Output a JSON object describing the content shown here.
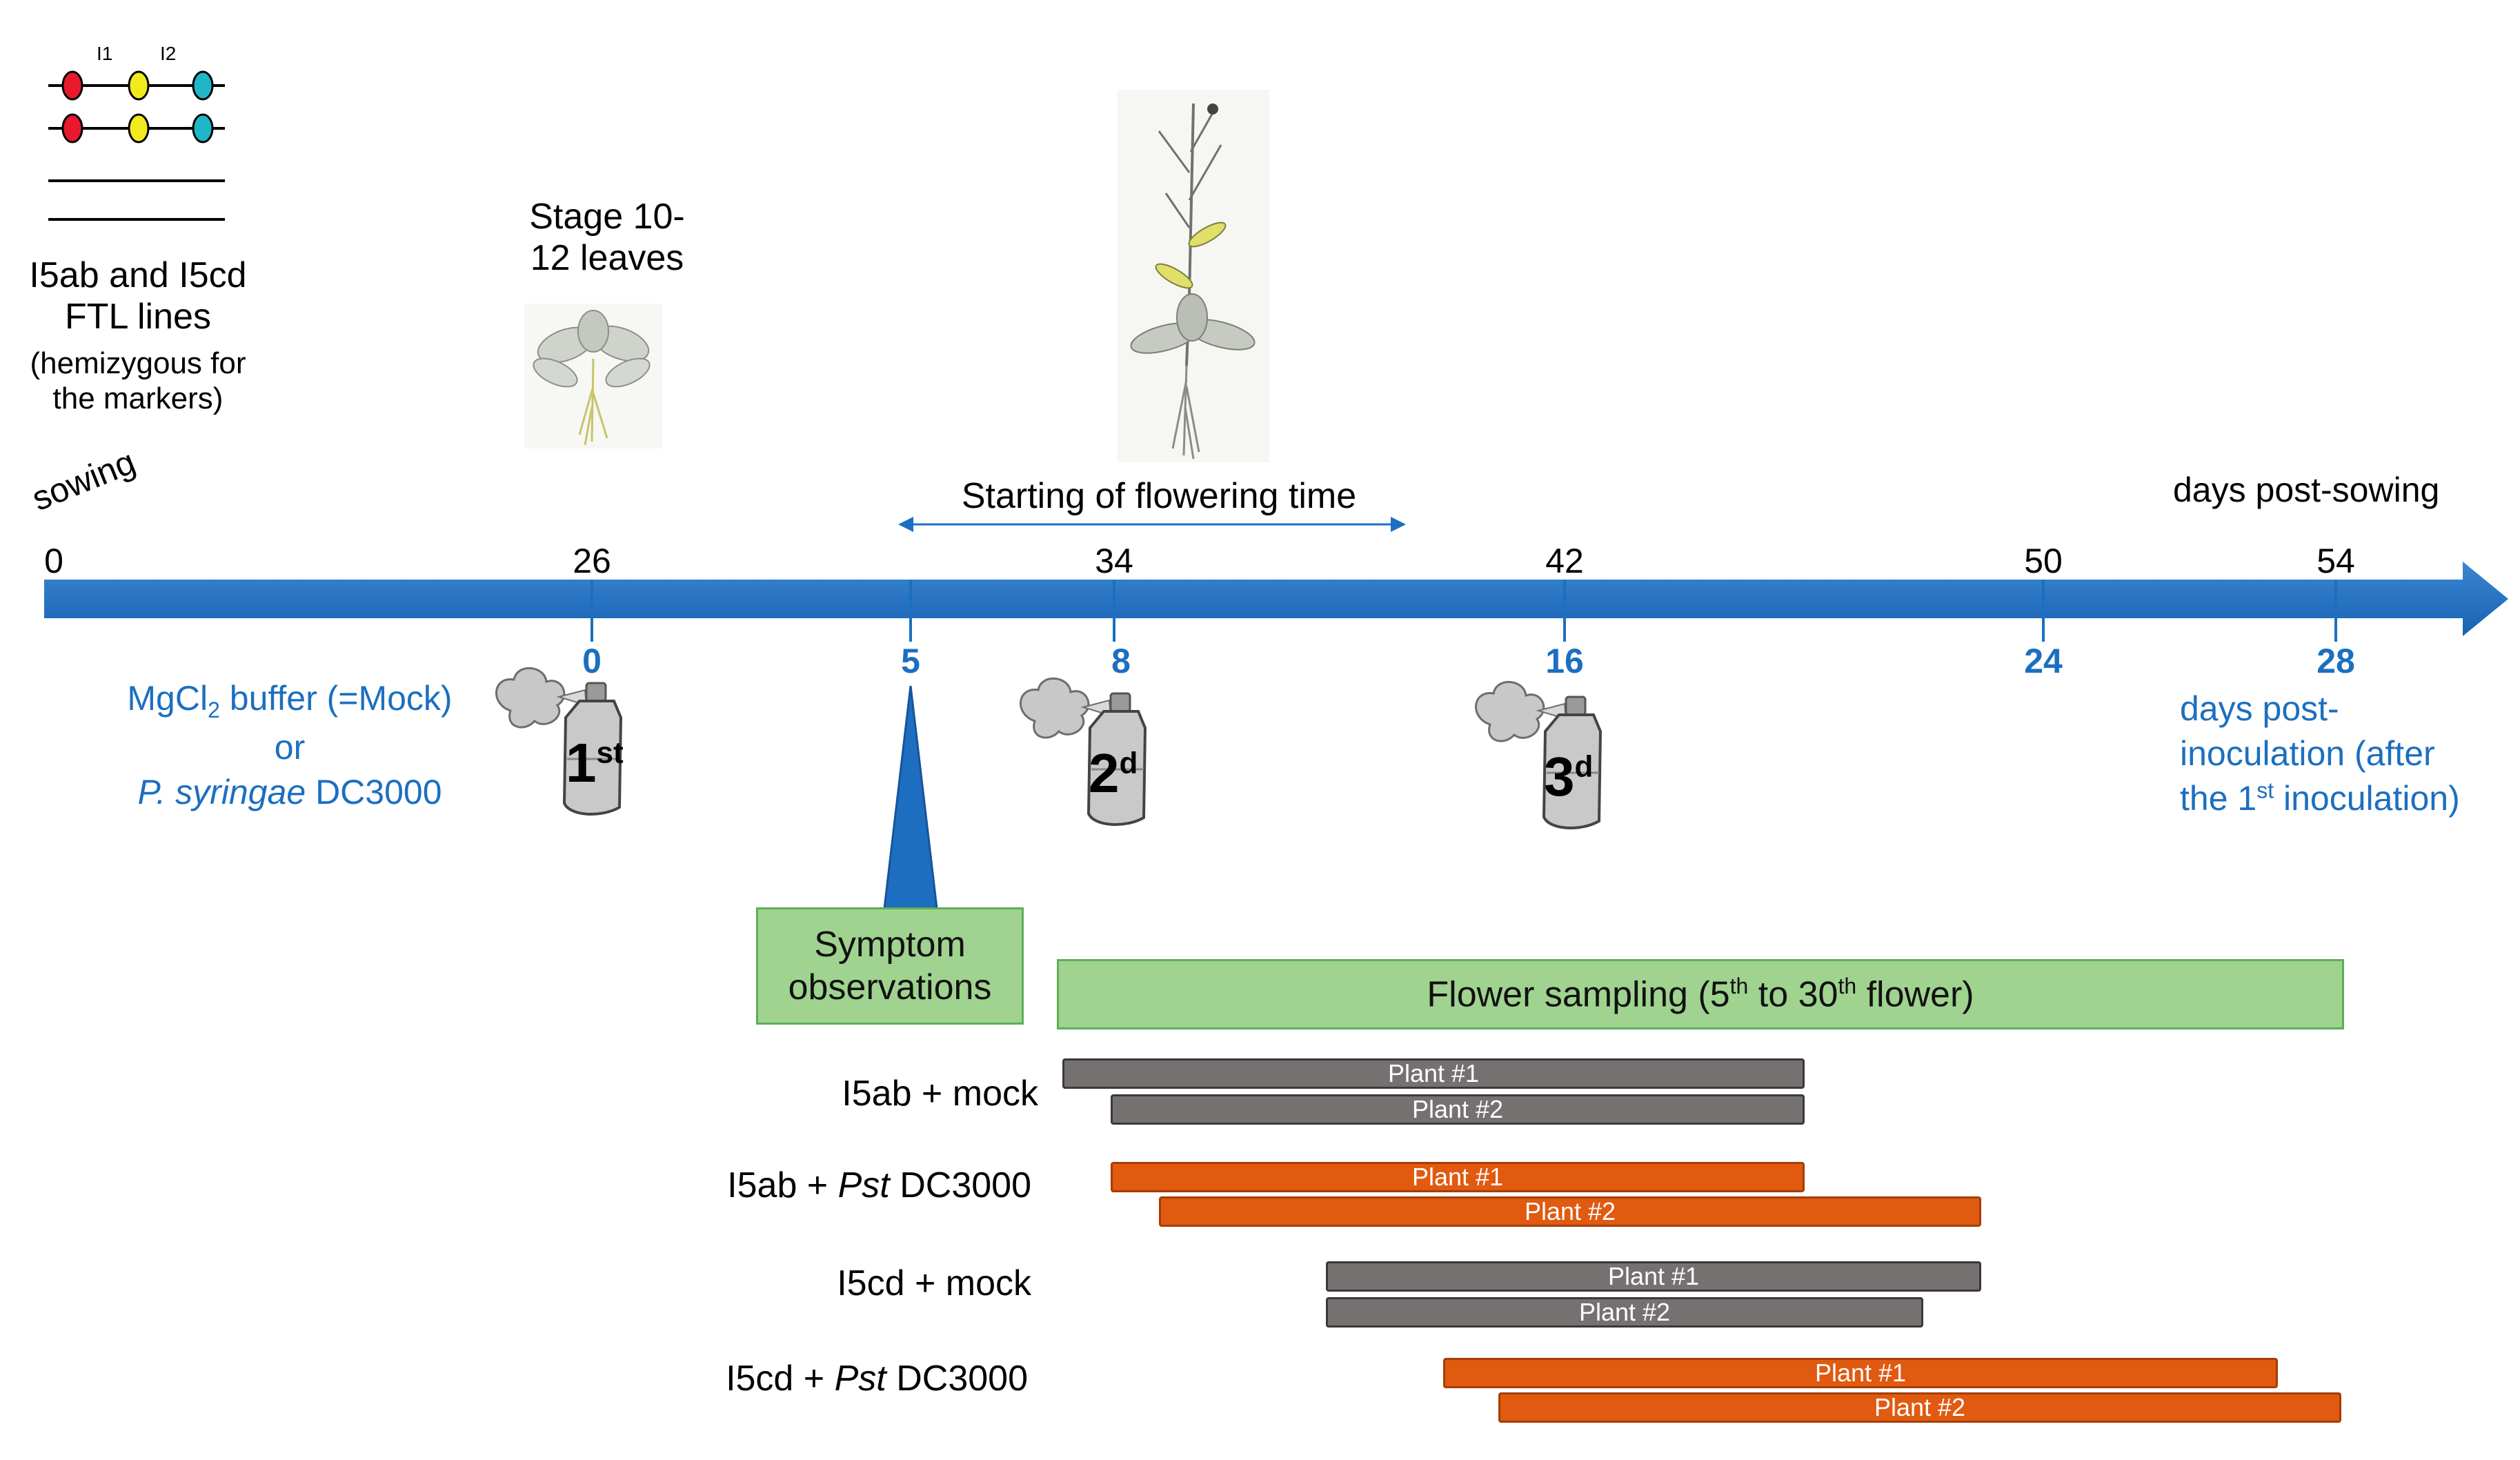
{
  "chromosome": {
    "marker_l1": "I1",
    "marker_l2": "I2",
    "colors": [
      "#e8192c",
      "#f2ea1c",
      "#1fb7c8"
    ]
  },
  "lines_label": [
    "I5ab and I5cd",
    "FTL lines"
  ],
  "lines_note": [
    "(hemizygous for",
    "the markers)"
  ],
  "stage_label": [
    "Stage 10-",
    "12 leaves"
  ],
  "sowing_label": "sowing",
  "flowering_label": "Starting of flowering time",
  "axis_title": "days post-sowing",
  "axis_ticks": [
    "0",
    "26",
    "34",
    "42",
    "50",
    "54"
  ],
  "dpi_ticks": [
    "0",
    "5",
    "8",
    "16",
    "24",
    "28"
  ],
  "dpi_title": [
    "days post-",
    "inoculation (after",
    "the 1",
    "st",
    " inoculation)"
  ],
  "treatment": {
    "line1_a": "MgCl",
    "line1_sub": "2",
    "line1_b": " buffer (=Mock)",
    "line2": "or",
    "line3_italic": "P. syringae",
    "line3_rest": " DC3000"
  },
  "sprays": [
    {
      "num": "1",
      "sup": "st"
    },
    {
      "num": "2",
      "sup": "d"
    },
    {
      "num": "3",
      "sup": "d"
    }
  ],
  "symptom_box": [
    "Symptom",
    "observations"
  ],
  "flower_box": {
    "a": "Flower sampling (5",
    "sup1": "th",
    "b": " to 30",
    "sup2": "th",
    "c": " flower)"
  },
  "rows": [
    {
      "label_a": "I5ab + mock",
      "label_italic": "",
      "label_b": ""
    },
    {
      "label_a": "I5ab + ",
      "label_italic": "Pst",
      "label_b": " DC3000"
    },
    {
      "label_a": "I5cd + mock",
      "label_italic": "",
      "label_b": ""
    },
    {
      "label_a": "I5cd + ",
      "label_italic": "Pst",
      "label_b": " DC3000"
    }
  ],
  "bar_labels": {
    "plant1": "Plant #1",
    "plant2": "Plant #2"
  },
  "colors": {
    "axis_blue": "#1c6fc0",
    "mock_gray": "#767171",
    "pst_orange": "#e05a10",
    "box_green": "#9fd38f"
  }
}
